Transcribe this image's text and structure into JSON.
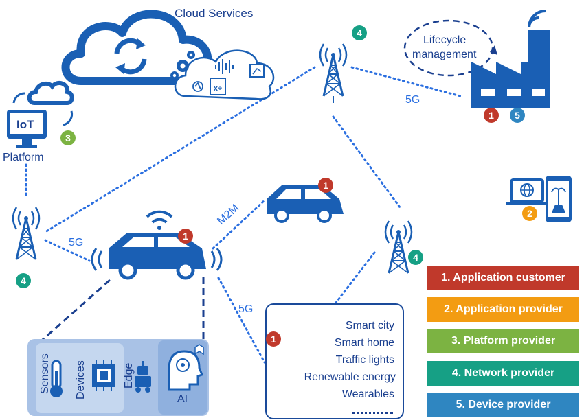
{
  "cloud": {
    "title": "Cloud Services"
  },
  "lifecycle": {
    "line1": "Lifecycle",
    "line2": "management"
  },
  "platform": {
    "iot": "IoT",
    "label": "Platform"
  },
  "links": {
    "g5_factory": "5G",
    "g5_left": "5G",
    "g5_bottom": "5G",
    "m2m": "M2M"
  },
  "edge_panel": {
    "sensors": "Sensors",
    "devices": "Devices",
    "edge": "Edge",
    "ai": "AI"
  },
  "applications": {
    "items": [
      "Smart city",
      "Smart home",
      "Traffic lights",
      "Renewable energy",
      "Wearables"
    ]
  },
  "badges": {
    "factory_1": "1",
    "factory_5": "5",
    "tower_top": "4",
    "platform": "3",
    "tower_left": "4",
    "car_main": "1",
    "car_small": "1",
    "tower_right": "4",
    "phone": "2",
    "apps": "1"
  },
  "legend": [
    {
      "label": "1. Application customer",
      "color": "#c0392b"
    },
    {
      "label": "2. Application provider",
      "color": "#f39c12"
    },
    {
      "label": "3. Platform provider",
      "color": "#7cb342"
    },
    {
      "label": "4. Network provider",
      "color": "#16a085"
    },
    {
      "label": "5. Device provider",
      "color": "#2f86c1"
    }
  ],
  "colors": {
    "primary": "#1a5fb4",
    "dark": "#1a3f8f",
    "link": "#2b6fe0"
  }
}
